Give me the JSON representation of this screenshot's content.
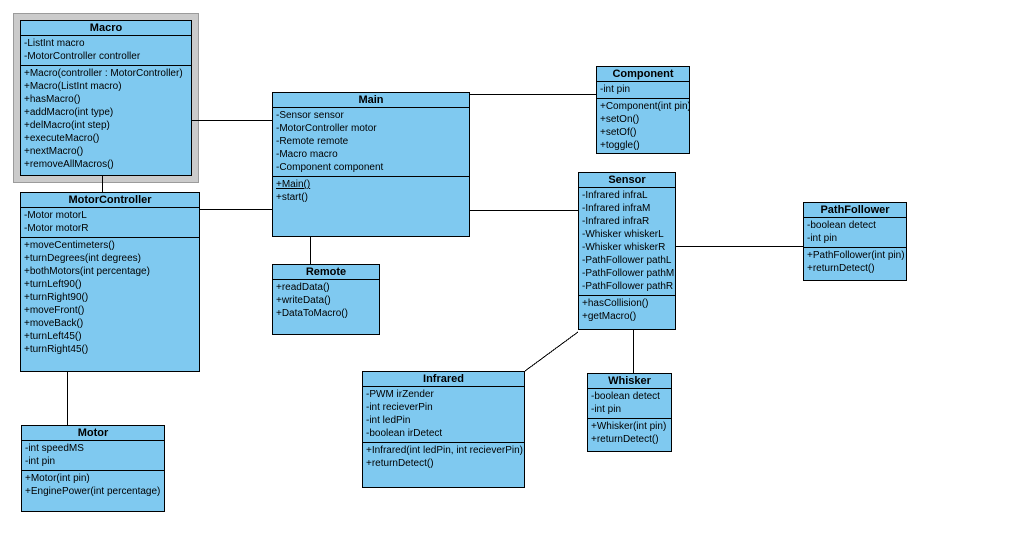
{
  "colors": {
    "class_fill": "#7FC9F0",
    "class_border": "#000000",
    "selection_frame": "#CBCBCB",
    "connector": "#000000",
    "background": "#FFFFFF",
    "text": "#000000"
  },
  "classes": {
    "macro": {
      "title": "Macro",
      "attributes": [
        "-ListInt macro",
        "-MotorController controller"
      ],
      "methods": [
        "+Macro(controller : MotorController)",
        "+Macro(ListInt macro)",
        "+hasMacro()",
        "+addMacro(int type)",
        "+delMacro(int step)",
        "+executeMacro()",
        "+nextMacro()",
        "+removeAllMacros()"
      ],
      "selected": true
    },
    "motorcontroller": {
      "title": "MotorController",
      "attributes": [
        "-Motor motorL",
        "-Motor motorR"
      ],
      "methods": [
        "+moveCentimeters()",
        "+turnDegrees(int degrees)",
        "+bothMotors(int percentage)",
        "+turnLeft90()",
        "+turnRight90()",
        "+moveFront()",
        "+moveBack()",
        "+turnLeft45()",
        "+turnRight45()"
      ]
    },
    "motor": {
      "title": "Motor",
      "attributes": [
        "-int speedMS",
        "-int pin"
      ],
      "methods": [
        "+Motor(int pin)",
        "+EnginePower(int percentage)"
      ]
    },
    "main": {
      "title": "Main",
      "attributes": [
        "-Sensor sensor",
        "-MotorController motor",
        "-Remote remote",
        "-Macro macro",
        "-Component component"
      ],
      "methods": [
        {
          "text": "+Main()",
          "underline": true
        },
        "+start()"
      ]
    },
    "remote": {
      "title": "Remote",
      "attributes": [],
      "methods": [
        "+readData()",
        "+writeData()",
        "+DataToMacro()"
      ]
    },
    "component": {
      "title": "Component",
      "attributes": [
        "-int pin"
      ],
      "methods": [
        "+Component(int pin)",
        "+setOn()",
        "+setOf()",
        "+toggle()"
      ]
    },
    "sensor": {
      "title": "Sensor",
      "attributes": [
        "-Infrared infraL",
        "-Infrared infraM",
        "-Infrared infraR",
        "-Whisker whiskerL",
        "-Whisker whiskerR",
        "-PathFollower pathL",
        "-PathFollower pathM",
        "-PathFollower pathR"
      ],
      "methods": [
        "+hasCollision()",
        "+getMacro()"
      ]
    },
    "pathfollower": {
      "title": "PathFollower",
      "attributes": [
        "-boolean detect",
        "-int pin"
      ],
      "methods": [
        "+PathFollower(int pin)",
        "+returnDetect()"
      ]
    },
    "infrared": {
      "title": "Infrared",
      "attributes": [
        "-PWM irZender",
        "-int recieverPin",
        "-int ledPin",
        "-boolean irDetect"
      ],
      "methods": [
        "+Infrared(int ledPin, int recieverPin)",
        "+returnDetect()"
      ]
    },
    "whisker": {
      "title": "Whisker",
      "attributes": [
        "-boolean detect",
        "-int pin"
      ],
      "methods": [
        "+Whisker(int pin)",
        "+returnDetect()"
      ]
    }
  },
  "relationships": [
    {
      "from": "Macro",
      "to": "Main"
    },
    {
      "from": "Macro",
      "to": "MotorController"
    },
    {
      "from": "MotorController",
      "to": "Main"
    },
    {
      "from": "MotorController",
      "to": "Motor"
    },
    {
      "from": "Main",
      "to": "Remote"
    },
    {
      "from": "Main",
      "to": "Component"
    },
    {
      "from": "Main",
      "to": "Sensor"
    },
    {
      "from": "Sensor",
      "to": "PathFollower"
    },
    {
      "from": "Sensor",
      "to": "Whisker"
    },
    {
      "from": "Sensor",
      "to": "Infrared"
    }
  ]
}
